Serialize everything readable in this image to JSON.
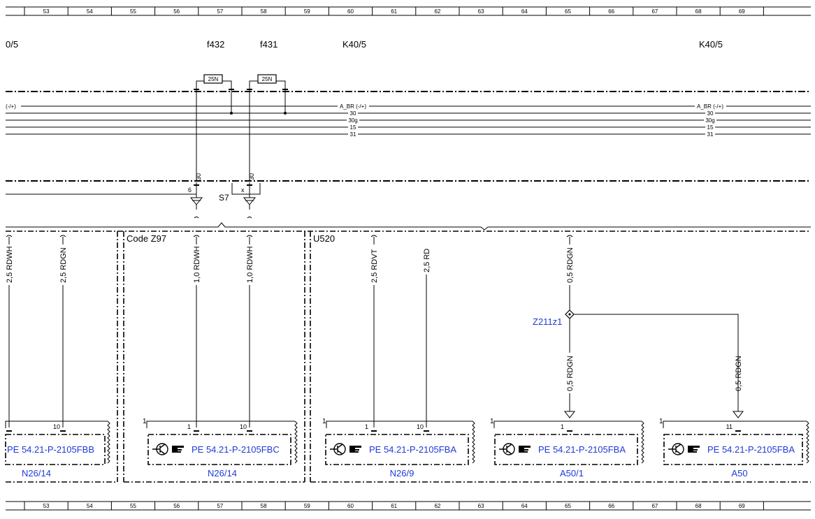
{
  "grid_columns": [
    "53",
    "54",
    "55",
    "56",
    "57",
    "58",
    "59",
    "60",
    "61",
    "62",
    "63",
    "64",
    "65",
    "66",
    "67",
    "68",
    "69"
  ],
  "top_labels": {
    "left_partial": "0/5",
    "f432": "f432",
    "f431": "f431",
    "k40_5_a": "K40/5",
    "k40_5_b": "K40/5"
  },
  "fuse_ratings": {
    "f432": "25N",
    "f431": "25N"
  },
  "bus_lines": {
    "left_stub": "(-/+)",
    "a_br_1": "A_BR (-/+)",
    "a_br_2": "A_BR (-/+)",
    "l30_1": "30",
    "l30_2": "30",
    "l30g_1": "30g",
    "l30g_2": "30g",
    "l15_1": "15",
    "l15_2": "15",
    "l31_1": "31",
    "l31_2": "31"
  },
  "connector_pins": {
    "f432_pin": "30",
    "f431_pin": "30",
    "pin_6": "6",
    "pin_x": "x",
    "s7": "S7"
  },
  "sections": {
    "code_z97": "Code Z97",
    "u520": "U520"
  },
  "wires": {
    "w1": "2,5 RDWH",
    "w2": "2,5 RDGN",
    "w3": "1,0 RDWH",
    "w4": "1,0 RDWH",
    "w5": "2,5 RDVT",
    "w6": "2,5 RD",
    "w7": "0,5 RDGN",
    "w8": "0,5 RDGN",
    "w9": "0,5 RDGN"
  },
  "splice": "Z211z1",
  "modules": [
    {
      "pin_left": "",
      "pin_a": "",
      "pin_b": "10",
      "ref": "PE 54.21-P-2105FBB",
      "name": "N26/14"
    },
    {
      "pin_left": "1",
      "pin_a": "1",
      "pin_b": "10",
      "ref": "PE 54.21-P-2105FBC",
      "name": "N26/14"
    },
    {
      "pin_left": "1",
      "pin_a": "1",
      "pin_b": "10",
      "ref": "PE 54.21-P-2105FBA",
      "name": "N26/9"
    },
    {
      "pin_left": "1",
      "pin_a": "1",
      "pin_b": "",
      "ref": "PE 54.21-P-2105FBA",
      "name": "A50/1"
    },
    {
      "pin_left": "1",
      "pin_a": "11",
      "pin_b": "",
      "ref": "PE 54.21-P-2105FBA",
      "name": "A50"
    }
  ],
  "colors": {
    "link": "#1f3ad8",
    "line": "#000000"
  },
  "icons": [
    "transistor-icon",
    "hand-pointer-icon"
  ]
}
